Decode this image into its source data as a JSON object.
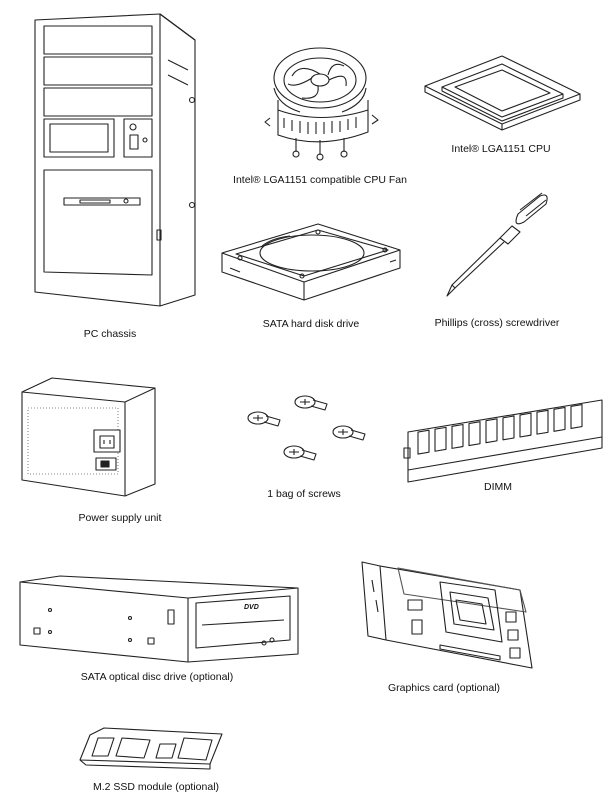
{
  "captions": {
    "pc_chassis": "PC chassis",
    "cpu_fan": "Intel® LGA1151 compatible CPU Fan",
    "cpu": "Intel® LGA1151 CPU",
    "hdd": "SATA hard disk drive",
    "screwdriver": "Phillips (cross) screwdriver",
    "psu": "Power supply unit",
    "screws": "1 bag of screws",
    "dimm": "DIMM",
    "odd": "SATA optical disc drive (optional)",
    "gpu": "Graphics card (optional)",
    "m2": "M.2 SSD module (optional)"
  },
  "odd_logo": "DVD"
}
